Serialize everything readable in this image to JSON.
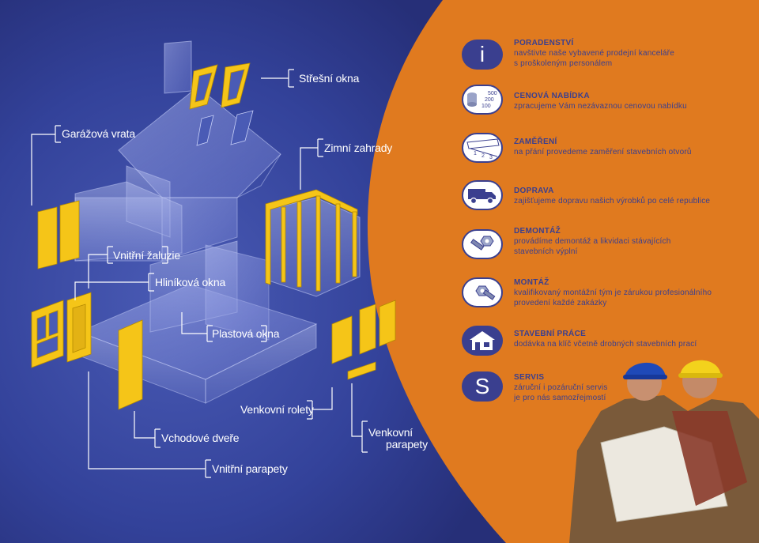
{
  "house_labels": {
    "stresni_okna": "Střešní okna",
    "garazova_vrata": "Garážová vrata",
    "zimni_zahrady": "Zimní zahrady",
    "vnitrni_zaluzie": "Vnitřní žaluzie",
    "hlinikova_okna": "Hliníková okna",
    "plastova_okna": "Plastová okna",
    "venkovni_rolety": "Venkovní rolety",
    "vchodove_dvere": "Vchodové dveře",
    "venkovni_parapety_line1": "Venkovní",
    "venkovni_parapety_line2": "parapety",
    "vnitrni_parapety": "Vnitřní parapety"
  },
  "services": [
    {
      "icon": "info-icon",
      "title": "PORADENSTVÍ",
      "line1": "navštivte naše vybavené prodejní kanceláře",
      "line2": "s proškoleným personálem"
    },
    {
      "icon": "coins-price-icon",
      "title": "CENOVÁ NABÍDKA",
      "line1": "zpracujeme Vám nezávaznou cenovou nabídku",
      "line2": ""
    },
    {
      "icon": "measuring-tape-icon",
      "title": "ZAMĚŘENÍ",
      "line1": "na přání provedeme zaměření stavebních otvorů",
      "line2": ""
    },
    {
      "icon": "truck-icon",
      "title": "DOPRAVA",
      "line1": "zajišťujeme dopravu našich výrobků po celé republice",
      "line2": ""
    },
    {
      "icon": "bolts-demolition-icon",
      "title": "DEMONTÁŽ",
      "line1": "provádíme demontáž a likvidaci stávajících",
      "line2": "stavebních výplní"
    },
    {
      "icon": "bolts-assembly-icon",
      "title": "MONTÁŽ",
      "line1": "kvalifikovaný montážní tým je zárukou profesionálního",
      "line2": "provedení každé zakázky"
    },
    {
      "icon": "house-icon",
      "title": "STAVEBNÍ PRÁCE",
      "line1": "dodávka na klíč včetně drobných stavebních prací",
      "line2": ""
    },
    {
      "icon": "service-s-icon",
      "title": "SERVIS",
      "line1": "záruční i pozáruční servis",
      "line2": "je pro nás samozřejmostí"
    }
  ],
  "icon_text": {
    "info": "i",
    "servis": "S",
    "coin_500": "500",
    "coin_200": "200",
    "coin_100": "100",
    "tape_1": "1",
    "tape_2": "2",
    "tape_3": "3"
  },
  "colors": {
    "blue_bg": "#2d3a8c",
    "orange_bg": "#e07a1f",
    "service_text": "#3a3f8f",
    "component_yellow": "#f5c518",
    "label_text": "#ffffff"
  }
}
